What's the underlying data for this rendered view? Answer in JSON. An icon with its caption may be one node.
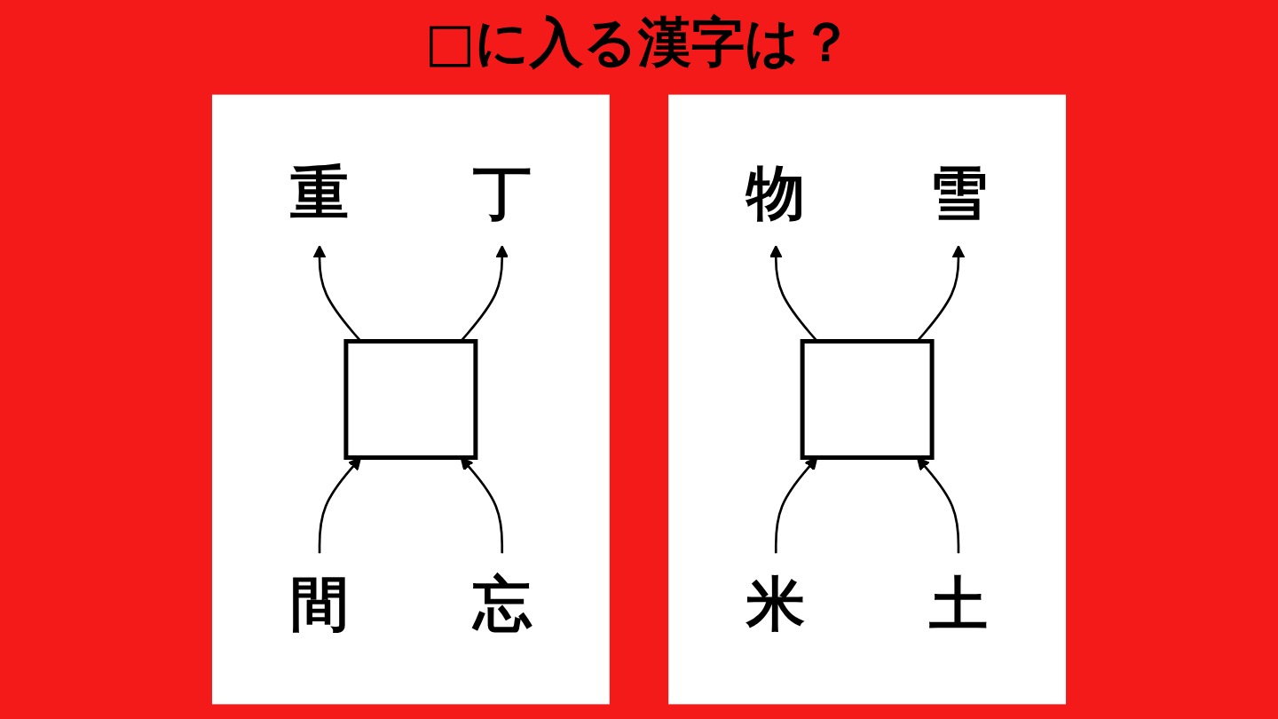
{
  "diagram": {
    "title": "□に入る漢字は？",
    "nodes": [
      {
        "text": [],
        "shape": "box"
      },
      {
        "text": [
          "重"
        ],
        "in": 0
      },
      {
        "text": [
          "間"
        ],
        "in": 0
      },
      {
        "text": [],
        "shape": "box",
        "in": 0
      },
      {
        "text": [
          "丁"
        ],
        "in": 0
      },
      {
        "text": [
          "忘"
        ],
        "in": 0
      },
      {
        "text": [],
        "shape": "box"
      },
      {
        "text": [
          "物"
        ],
        "in": 6
      },
      {
        "text": [
          "米"
        ],
        "in": 6
      },
      {
        "text": [],
        "shape": "box",
        "in": 6
      },
      {
        "text": [
          "雪"
        ],
        "in": 6
      },
      {
        "text": [
          "土"
        ],
        "in": 6
      }
    ],
    "edges": [
      {
        "from": 2,
        "to": 3,
        "arrow": "to"
      },
      {
        "from": 5,
        "to": 3,
        "arrow": "to"
      },
      {
        "from": 3,
        "to": 1,
        "arrow": "to"
      },
      {
        "from": 3,
        "to": 4,
        "arrow": "to"
      },
      {
        "from": 8,
        "to": 9,
        "arrow": "to"
      },
      {
        "from": 11,
        "to": 9,
        "arrow": "to"
      },
      {
        "from": 9,
        "to": 7,
        "arrow": "to"
      },
      {
        "from": 9,
        "to": 10,
        "arrow": "to"
      }
    ]
  }
}
